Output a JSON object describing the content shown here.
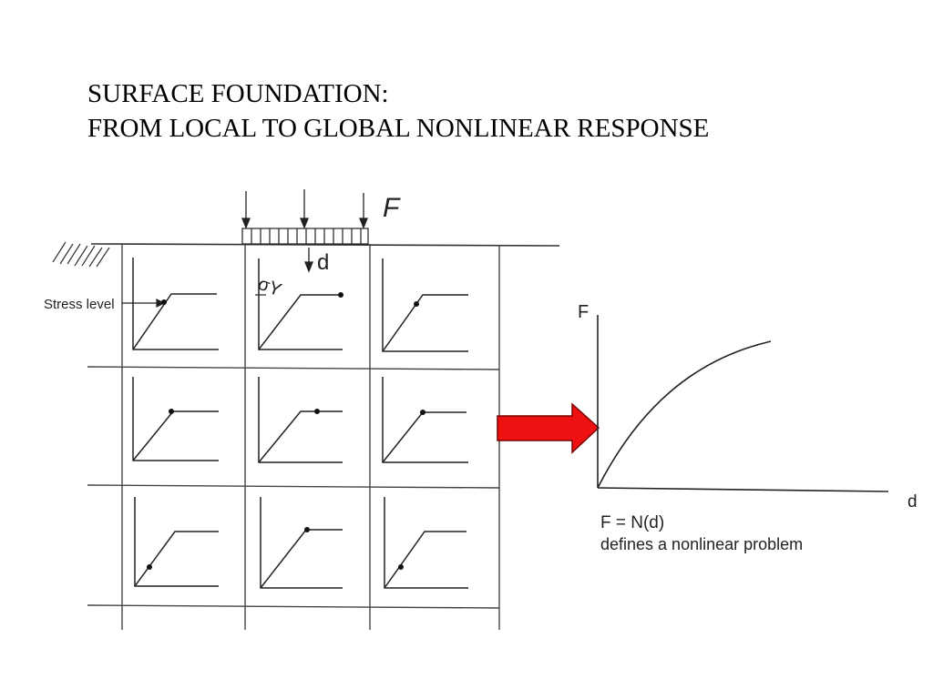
{
  "title": {
    "line1": "SURFACE FOUNDATION:",
    "line2": "FROM LOCAL TO GLOBAL NONLINEAR RESPONSE"
  },
  "diagram": {
    "load_label": "F",
    "displacement_label": "d",
    "yield_label": "σY",
    "stress_level_label": "Stress level"
  },
  "graph": {
    "y_label": "F",
    "x_label": "d",
    "equation": "F = N(d)",
    "caption": "defines a nonlinear problem"
  },
  "colors": {
    "arrow": "#ee1111",
    "arrow_outline": "#7a0000"
  }
}
